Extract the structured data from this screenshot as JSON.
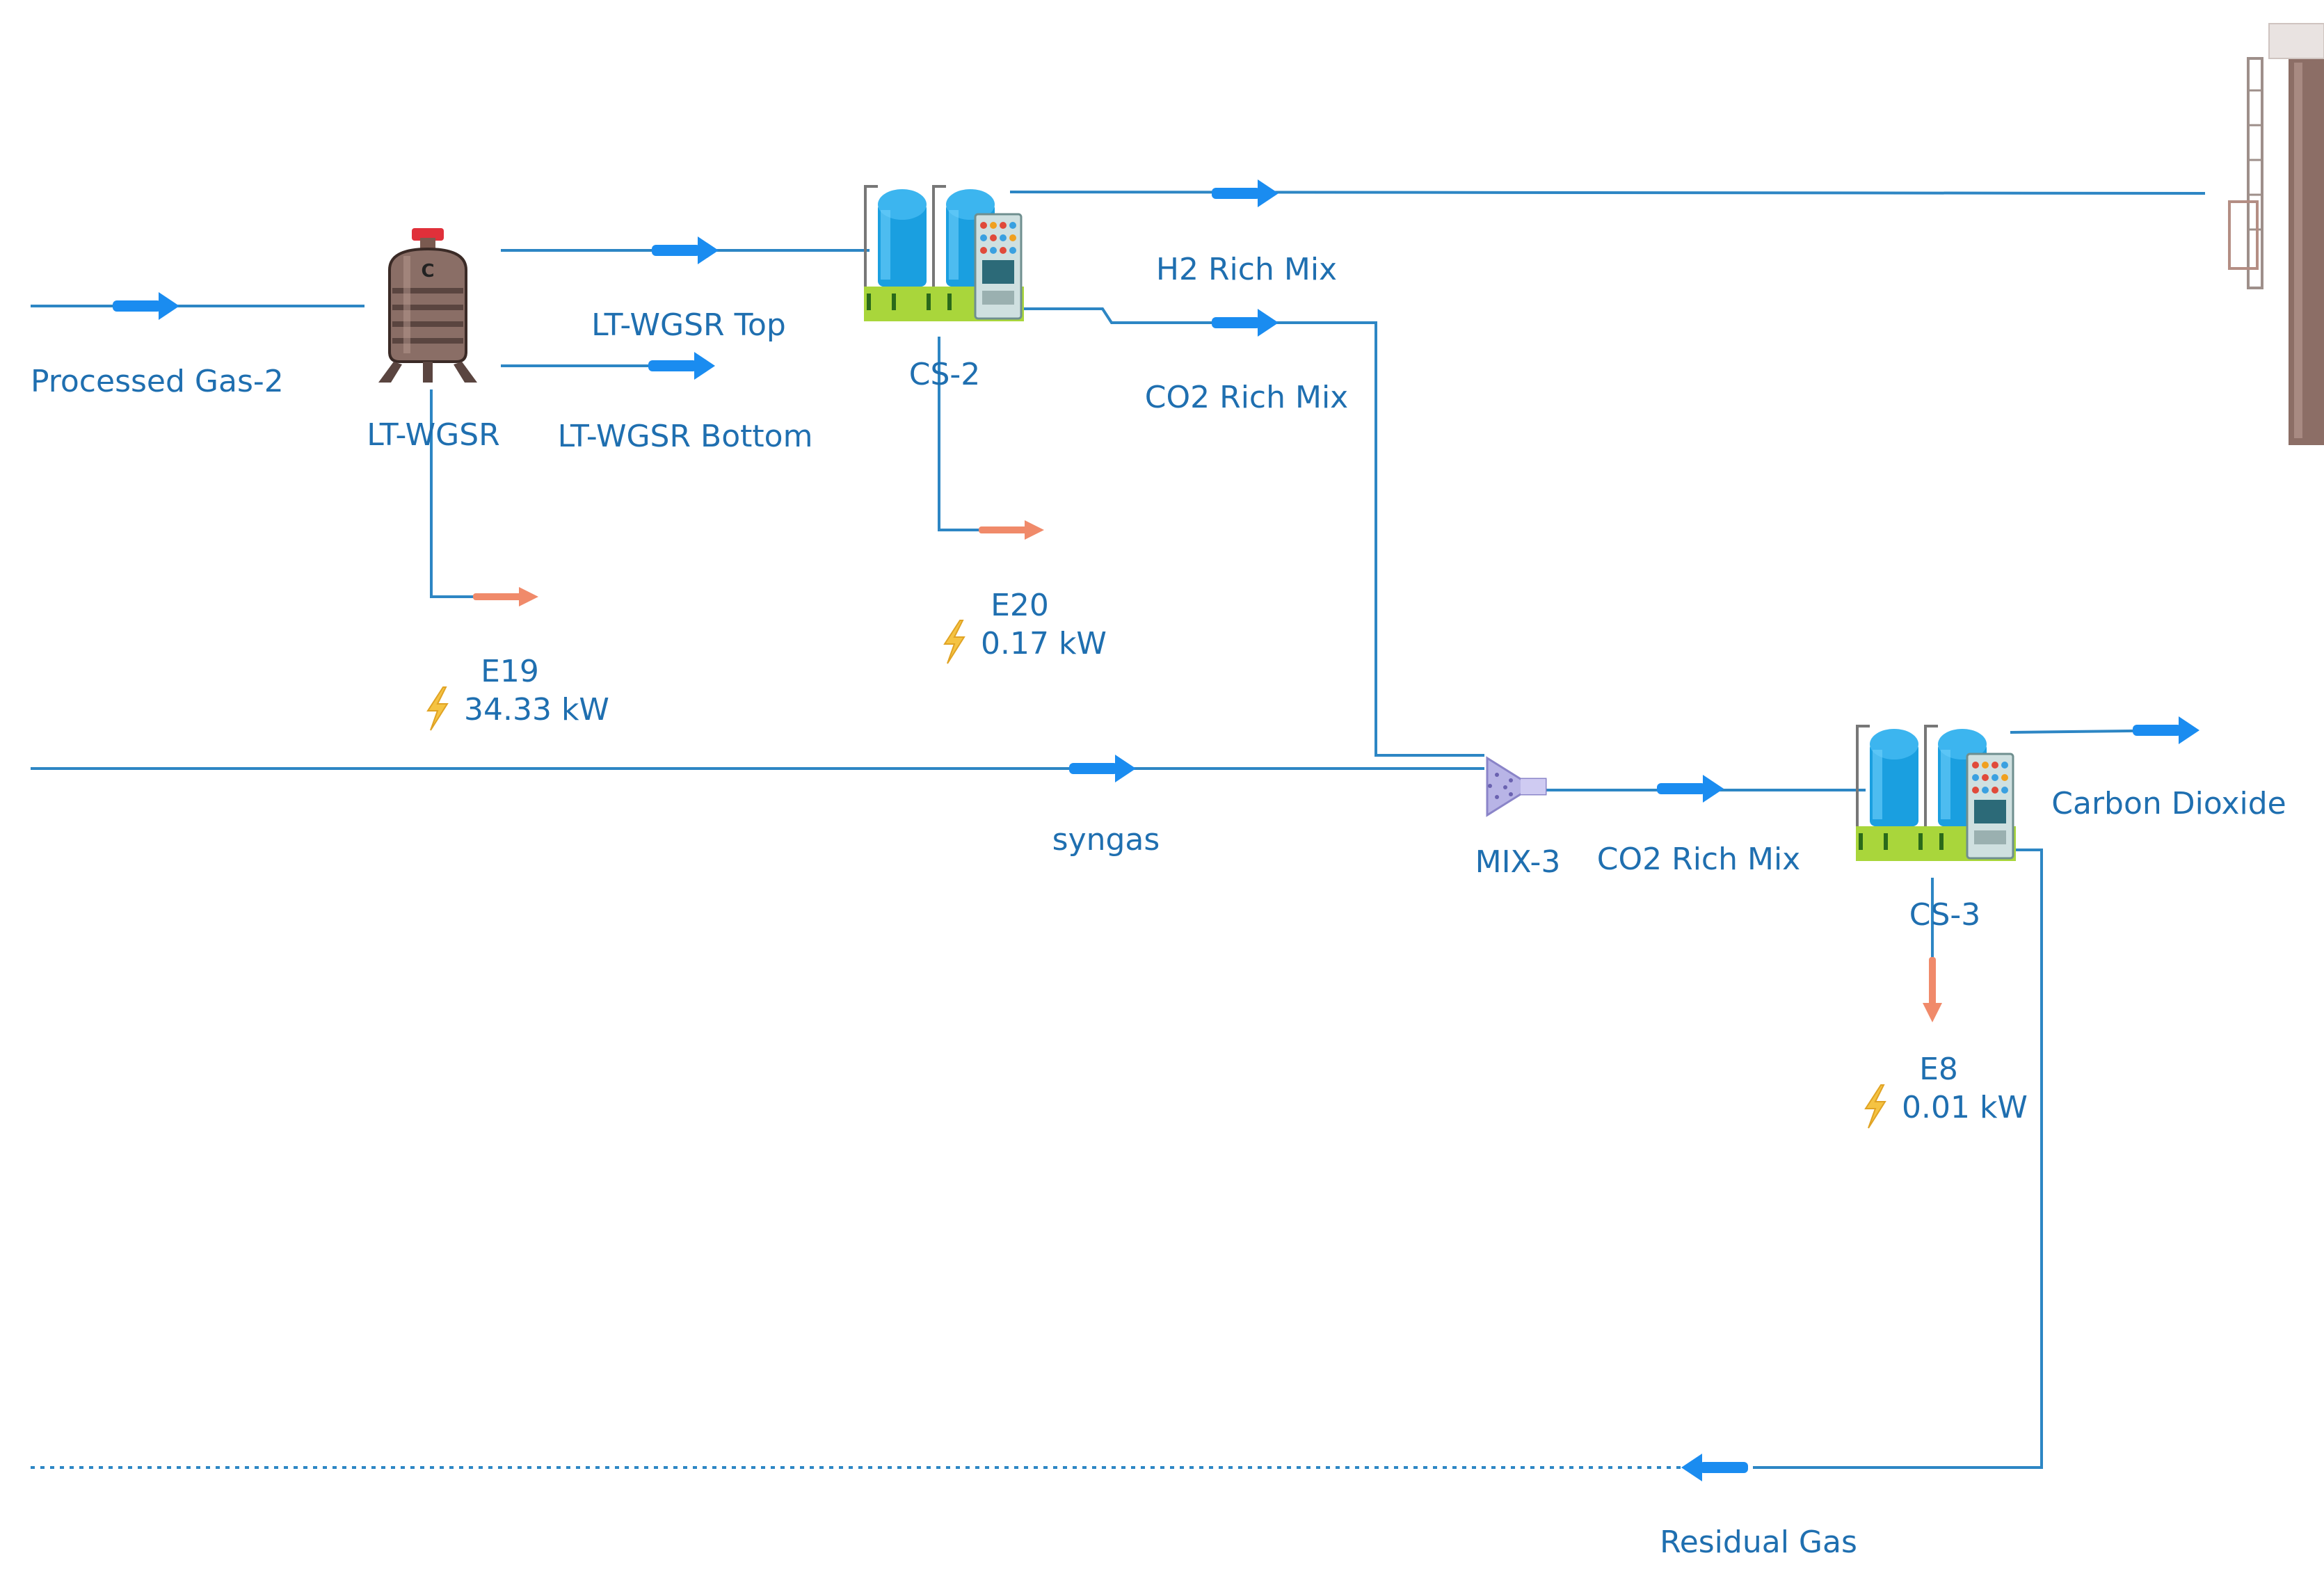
{
  "diagram": {
    "streams": {
      "processed_gas_2": "Processed Gas-2",
      "lt_wgsr_top": "LT-WGSR Top",
      "lt_wgsr_bottom": "LT-WGSR Bottom",
      "h2_rich_mix": "H2 Rich Mix",
      "co2_rich_mix_1": "CO2 Rich Mix",
      "syngas": "syngas",
      "co2_rich_mix_2": "CO2 Rich Mix",
      "carbon_dioxide": "Carbon Dioxide",
      "residual_gas": "Residual Gas"
    },
    "units": {
      "lt_wgsr": "LT-WGSR",
      "lt_wgsr_letter": "C",
      "cs_2": "CS-2",
      "mix_3": "MIX-3",
      "cs_3": "CS-3"
    },
    "energy": [
      {
        "name": "E19",
        "value": "34.33 kW"
      },
      {
        "name": "E20",
        "value": "0.17 kW"
      },
      {
        "name": "E8",
        "value": "0.01 kW"
      }
    ],
    "colors": {
      "material_stream": "#2d86c4",
      "arrow": "#1a8cf0",
      "energy_stream": "#f08a6a",
      "label": "#1f6fb0",
      "lightning": "#f5c342"
    }
  }
}
